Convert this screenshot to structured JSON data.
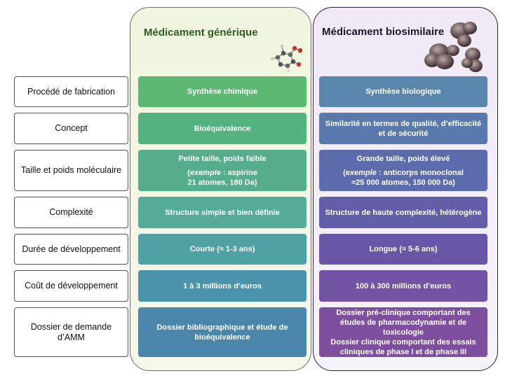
{
  "columns": {
    "generic": {
      "title": "Médicament générique",
      "color": "#2e5e1e"
    },
    "biosimilar": {
      "title": "Médicament biosimilaire",
      "color": "#1c1530"
    }
  },
  "icons": {
    "generic": "small-molecule-icon",
    "biosimilar": "antibody-protein-icon"
  },
  "rows": [
    {
      "label": "Procédé de fabrication",
      "generic": "Synthèse chimique",
      "biosimilar": "Synthèse biologique"
    },
    {
      "label": "Concept",
      "generic": "Bioéquivalence",
      "biosimilar": "Similarité en termes de qualité, d’efficacité et de sécurité"
    },
    {
      "label": "Taille et poids moléculaire",
      "generic": {
        "line1": "Petite taille, poids faible",
        "example_word": "exemple",
        "example_rest": " : aspirine",
        "line3": "21 atomes, 180 Da)"
      },
      "biosimilar": {
        "line1": "Grande taille, poids élevé",
        "example_word": "exemple",
        "example_rest": " : anticorps monoclonal",
        "line3": "≈25 000 atomes, 150 000 Da)"
      }
    },
    {
      "label": "Complexité",
      "generic": "Structure simple et bien définie",
      "biosimilar": "Structure de haute complexité, hétérogène"
    },
    {
      "label": "Durée de développement",
      "generic": "Courte (≈ 1-3 ans)",
      "biosimilar": "Longue (≈ 5-6 ans)"
    },
    {
      "label": "Coût de développement",
      "generic": "1 à 3 millions d’euros",
      "biosimilar": "100 à 300 millions d’euros"
    },
    {
      "label": "Dossier de demande d’AMM",
      "generic": "Dossier bibliographique et étude de bioéquivalence",
      "biosimilar": {
        "line1": "Dossier pré-clinique comportant des études de pharmacodynamie et de toxicologie",
        "line2": "Dossier clinique comportant des essais cliniques de phase I et de phase III"
      }
    }
  ],
  "colors": {
    "generic_cells": [
      "#5db874",
      "#54b27e",
      "#56ad8c",
      "#55aa98",
      "#4fa1a3",
      "#4b93aa",
      "#4a86ab"
    ],
    "biosimilar_cells": [
      "#5a86ad",
      "#5979ac",
      "#5c6bac",
      "#625ea8",
      "#6a56a6",
      "#7253a4",
      "#7f4f9f"
    ]
  }
}
